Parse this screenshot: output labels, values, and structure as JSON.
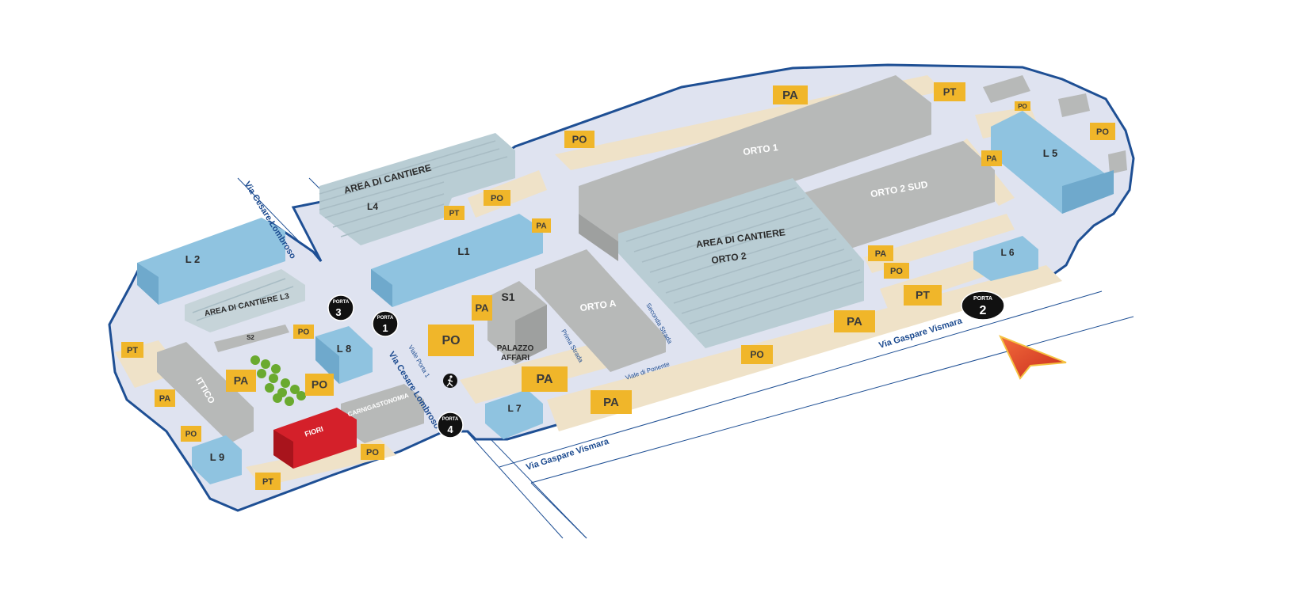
{
  "streets": {
    "lombroso_north": "Via Cesare Lombroso",
    "lombroso_south": "Via Cesare Lombroso",
    "vismara_west": "Via Gaspare Vismara",
    "vismara_east": "Via Gaspare Vismara",
    "viale_porta_1": "Viale Porta 1",
    "prima_strada": "Prima Strada",
    "seconda_strada": "Seconda Strada",
    "viale_di_ponente": "Viale di Ponente"
  },
  "gates": [
    {
      "word": "PORTA",
      "number": "1"
    },
    {
      "word": "PORTA",
      "number": "2"
    },
    {
      "word": "PORTA",
      "number": "3"
    },
    {
      "word": "PORTA",
      "number": "4"
    }
  ],
  "buildings": {
    "l1": "L1",
    "l2": "L 2",
    "l4": "L4",
    "l5": "L 5",
    "l6": "L 6",
    "l7": "L 7",
    "l8": "L 8",
    "l9": "L 9",
    "orto1": "ORTO 1",
    "orto2sud": "ORTO 2 SUD",
    "ortoa": "ORTO A",
    "cantiere_top": "AREA DI CANTIERE",
    "cantiere_l3": "AREA DI CANTIERE L3",
    "cantiere_orto2_a": "AREA DI CANTIERE",
    "cantiere_orto2_b": "ORTO 2",
    "s1": "S1",
    "s2": "S2",
    "palazzo_a": "PALAZZO",
    "palazzo_b": "AFFARI",
    "ittico": "ITTICO",
    "fiori": "FIORI",
    "carni": "CARNIGASTONOMIA"
  },
  "zones": {
    "pa": "PA",
    "po": "PO",
    "pt": "PT"
  },
  "colors": {
    "ground": "#dfe3f0",
    "border": "#1e4f94",
    "path": "#efe2c8",
    "parking": "#f0b62a",
    "building_blue": "#8fc3e0",
    "building_gray": "#b7b9b8",
    "building_red": "#d4202a",
    "gate_black": "#111111",
    "arrow": "#e8412b"
  }
}
